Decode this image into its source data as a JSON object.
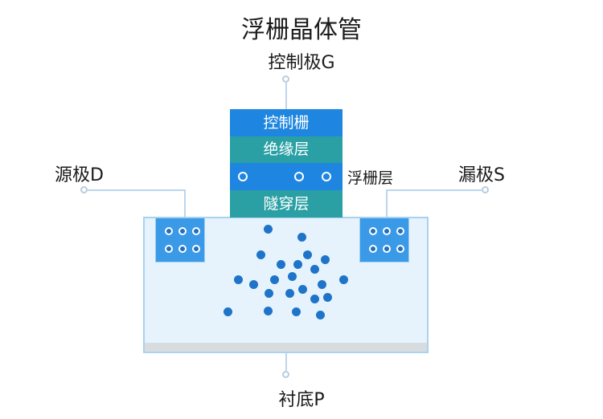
{
  "title": "浮栅晶体管",
  "labels": {
    "gate": "控制极G",
    "source": "源极D",
    "drain": "漏极S",
    "substrate": "衬底P",
    "floating_gate": "浮栅层"
  },
  "layers": {
    "control_gate": "控制栅",
    "insulation": "绝缘层",
    "tunnel": "隧穿层"
  },
  "colors": {
    "blue_layer": "#1e86e0",
    "teal_layer": "#2aa0a4",
    "substrate": "#e6f3fc",
    "carrier": "#1e74c8"
  }
}
